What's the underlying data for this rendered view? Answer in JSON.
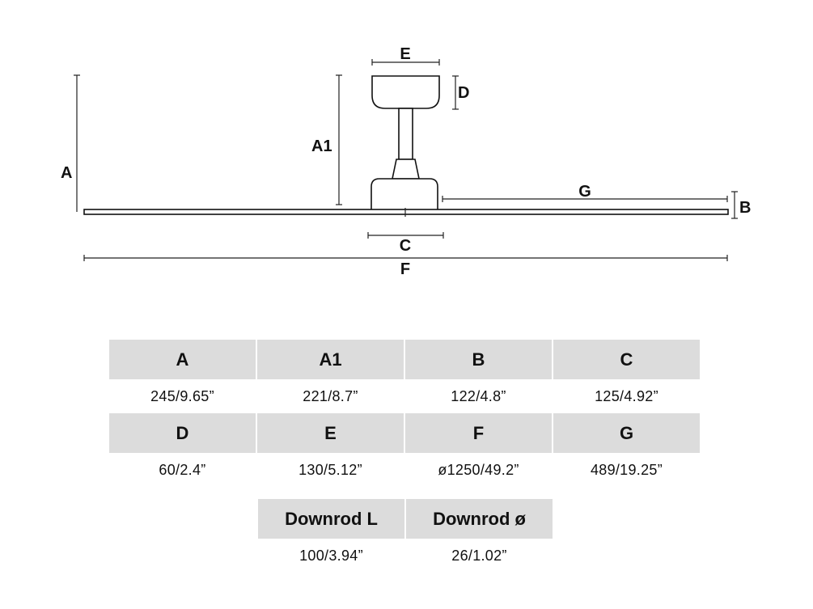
{
  "diagram": {
    "labels": {
      "A": "A",
      "A1": "A1",
      "B": "B",
      "C": "C",
      "D": "D",
      "E": "E",
      "F": "F",
      "G": "G"
    }
  },
  "table": {
    "rows": [
      {
        "cells": [
          {
            "header": "A",
            "value": "245/9.65”"
          },
          {
            "header": "A1",
            "value": "221/8.7”"
          },
          {
            "header": "B",
            "value": "122/4.8”"
          },
          {
            "header": "C",
            "value": "125/4.92”"
          }
        ]
      },
      {
        "cells": [
          {
            "header": "D",
            "value": "60/2.4”"
          },
          {
            "header": "E",
            "value": "130/5.12”"
          },
          {
            "header": "F",
            "value": "ø1250/49.2”"
          },
          {
            "header": "G",
            "value": "489/19.25”"
          }
        ]
      }
    ],
    "extra": [
      {
        "header": "Downrod L",
        "value": "100/3.94”"
      },
      {
        "header": "Downrod ø",
        "value": "26/1.02”"
      }
    ]
  }
}
